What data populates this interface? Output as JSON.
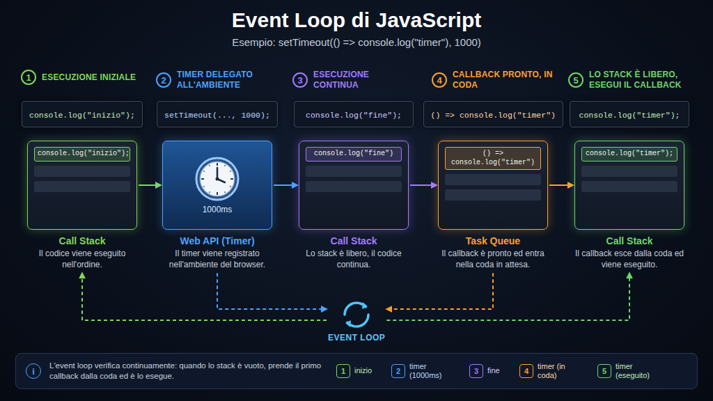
{
  "diagram": {
    "title": "Event Loop di JavaScript",
    "caption": "Esempio: setTimeout(() => console.log(\"timer\"), 1000)",
    "nodes": [
      {
        "text": [
          "1",
          "ESECUZIONE INIZIALE"
        ]
      },
      {
        "text": [
          "console.log(\"inizio\");"
        ]
      },
      {
        "text": [
          "Call Stack",
          "Il codice viene eseguito nell'ordine."
        ]
      },
      {
        "text": [
          "console.log(\"inizio\");"
        ],
        "in": 2
      },
      {
        "text": [
          "2",
          "TIMER DELEGATO ALL'AMBIENTE"
        ]
      },
      {
        "text": [
          "setTimeout(..., 1000);"
        ]
      },
      {
        "text": [
          "1000ms",
          "Web API (Timer)",
          "Il timer viene registrato nell'ambiente del browser."
        ]
      },
      {
        "text": [
          "3",
          "ESECUZIONE CONTINUA"
        ]
      },
      {
        "text": [
          "console.log(\"fine\");"
        ]
      },
      {
        "text": [
          "Call Stack",
          "Lo stack è libero, il codice continua."
        ]
      },
      {
        "text": [
          "console.log(\"fine\")"
        ],
        "in": 9
      },
      {
        "text": [
          "4",
          "CALLBACK PRONTO, IN CODA"
        ]
      },
      {
        "text": [
          "() => console.log(\"timer\")"
        ]
      },
      {
        "text": [
          "Task Queue",
          "Il callback è pronto ed entra nella coda in attesa."
        ]
      },
      {
        "text": [
          "() => console.log(\"timer\")"
        ],
        "in": 13
      },
      {
        "text": [
          "5",
          "LO STACK È LIBERO, ESEGUI IL CALLBACK"
        ]
      },
      {
        "text": [
          "console.log(\"timer\");"
        ]
      },
      {
        "text": [
          "Call Stack",
          "Il callback esce dalla coda ed viene eseguito."
        ]
      },
      {
        "text": [
          "console.log(\"timer\");"
        ],
        "in": 17
      },
      {
        "text": [
          "EVENT LOOP"
        ]
      },
      {
        "text": [
          "i",
          "L'event loop verifica continuamente: quando lo stack è vuoto, prende il primo callback dalla coda ed è lo esegue."
        ]
      },
      {
        "text": [
          "1",
          "inizio"
        ],
        "in": 20
      },
      {
        "text": [
          "2",
          "timer (1000ms)"
        ],
        "in": 20
      },
      {
        "text": [
          "3",
          "fine"
        ],
        "in": 20
      },
      {
        "text": [
          "4",
          "timer (in coda)"
        ],
        "in": 20
      },
      {
        "text": [
          "5",
          "timer (eseguito)"
        ],
        "in": 20
      }
    ],
    "edges": [
      {
        "from": 2,
        "to": 6,
        "arrow": "to"
      },
      {
        "from": 6,
        "to": 9,
        "arrow": "to"
      },
      {
        "from": 9,
        "to": 13,
        "arrow": "to"
      },
      {
        "from": 13,
        "to": 17,
        "arrow": "to"
      },
      {
        "from": 19,
        "to": 2,
        "arrow": "to"
      },
      {
        "from": 6,
        "to": 19,
        "arrow": "to"
      },
      {
        "from": 13,
        "to": 19,
        "arrow": "to"
      },
      {
        "from": 19,
        "to": 17,
        "arrow": "to"
      },
      {
        "from": 21,
        "to": 22,
        "arrow": "to"
      },
      {
        "from": 22,
        "to": 23,
        "arrow": "to"
      },
      {
        "from": 23,
        "to": 24,
        "arrow": "to"
      },
      {
        "from": 24,
        "to": 25,
        "arrow": "to"
      }
    ]
  }
}
